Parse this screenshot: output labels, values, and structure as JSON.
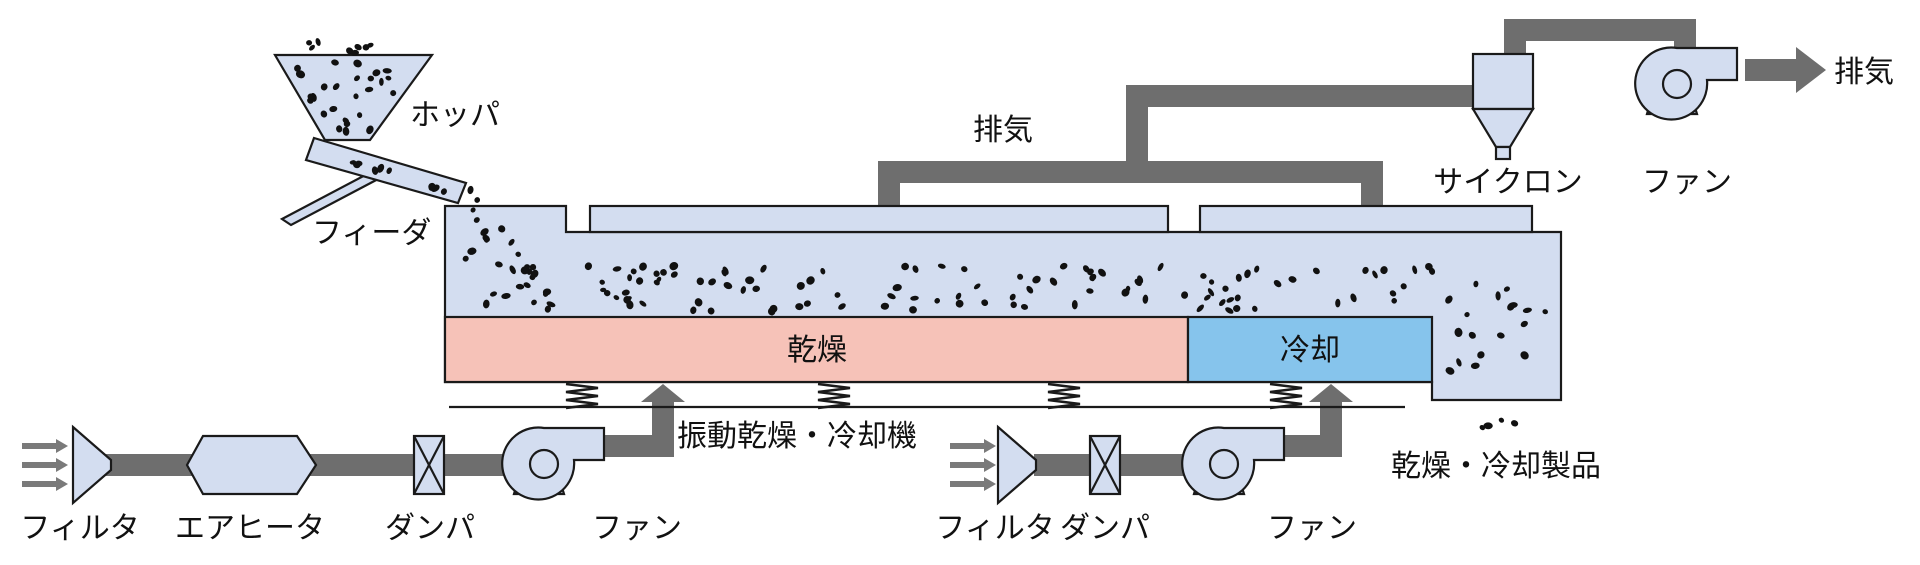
{
  "colors": {
    "equipment_fill": "#d3ddf0",
    "duct": "#6e6e6e",
    "drying_zone": "#f6c2b8",
    "cooling_zone": "#86c4ec",
    "particles": "#111111",
    "outline": "#1a1a1a"
  },
  "labels": {
    "hopper": "ホッパ",
    "feeder": "フィーダ",
    "exhaust_top": "排気",
    "cyclone": "サイクロン",
    "fan_exhaust": "ファン",
    "exhaust_out": "排気",
    "drying_zone": "乾燥",
    "cooling_zone": "冷却",
    "machine": "振動乾燥・冷却機",
    "product": "乾燥・冷却製品",
    "filter_1": "フィルタ",
    "air_heater": "エアヒータ",
    "damper_1": "ダンパ",
    "fan_1": "ファン",
    "filter_2": "フィルタ",
    "damper_2": "ダンパ",
    "fan_2": "ファン"
  },
  "icons": {
    "hopper": "hopper-icon",
    "feeder": "feeder-icon",
    "cyclone": "cyclone-icon",
    "fan": "blower-fan-icon",
    "filter": "filter-icon",
    "air_heater": "air-heater-icon",
    "damper": "damper-icon",
    "spring": "spring-icon"
  }
}
